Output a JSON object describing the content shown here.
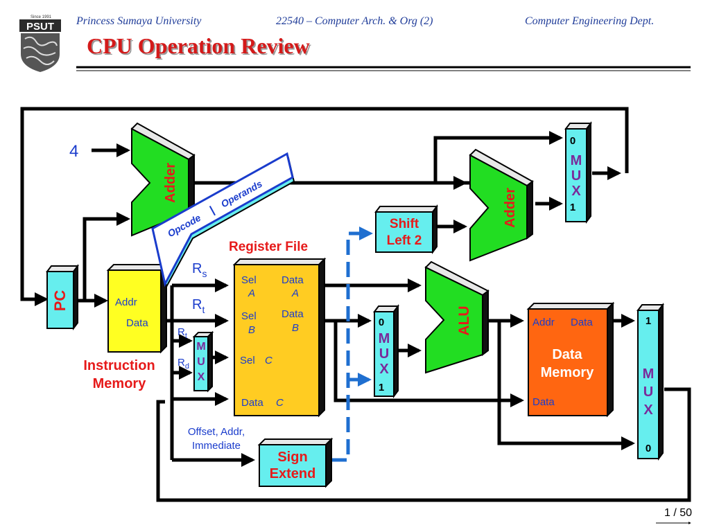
{
  "header": {
    "university": "Princess Sumaya University",
    "course": "22540 – Computer Arch. & Org (2)",
    "department": "Computer Engineering Dept."
  },
  "logo": {
    "since": "Since 1991",
    "name": "PSUT"
  },
  "title": "CPU Operation Review",
  "diagram": {
    "pc": "PC",
    "constant_four": "4",
    "adder_left": "Adder",
    "adder_right": "Adder",
    "shift_left": [
      "Shift",
      "Left 2"
    ],
    "instruction_memory": {
      "addr": "Addr",
      "data": "Data",
      "label": [
        "Instruction",
        "Memory"
      ]
    },
    "callout": {
      "opcode": "Opcode",
      "separator": "|",
      "operands": "Operands"
    },
    "register_file": {
      "title": "Register File",
      "sel_a": [
        "Sel",
        "A"
      ],
      "data_a": [
        "Data",
        "A"
      ],
      "sel_b": [
        "Sel",
        "B"
      ],
      "data_b": [
        "Data",
        "B"
      ],
      "sel_c": [
        "Sel",
        "C"
      ],
      "data_c": [
        "Data",
        "C"
      ]
    },
    "rs": {
      "main": "R",
      "sub": "s"
    },
    "rt": {
      "main": "R",
      "sub": "t"
    },
    "rt_small": {
      "main": "R",
      "sub": "t"
    },
    "rd_small": {
      "main": "R",
      "sub": "d"
    },
    "mux_small": [
      "M",
      "U",
      "X"
    ],
    "mux_top": {
      "in0": "0",
      "in1": "1",
      "letters": [
        "M",
        "U",
        "X"
      ]
    },
    "mux_alu": {
      "in0": "0",
      "in1": "1",
      "letters": [
        "M",
        "U",
        "X"
      ]
    },
    "mux_right": {
      "in1": "1",
      "in0": "0",
      "letters": [
        "M",
        "U",
        "X"
      ]
    },
    "alu": "ALU",
    "data_memory": {
      "addr": "Addr",
      "data_out": "Data",
      "label": [
        "Data",
        "Memory"
      ],
      "data_in": "Data"
    },
    "offset_label": [
      "Offset, Addr,",
      "Immediate"
    ],
    "sign_extend": [
      "Sign",
      "Extend"
    ]
  },
  "page_number": "1 / 50",
  "colors": {
    "header": "#1f3c99",
    "title": "#d41a1a",
    "adder": "#22dd22",
    "cyan": "#66eeee",
    "instruction_memory": "#ffff22",
    "register_file": "#ffcc22",
    "data_memory": "#ff6611",
    "mux_text": "#7a2a9a",
    "label_red": "#e61a1a",
    "label_blue": "#1a3ccc",
    "dashed_blue": "#1f6fd0"
  }
}
